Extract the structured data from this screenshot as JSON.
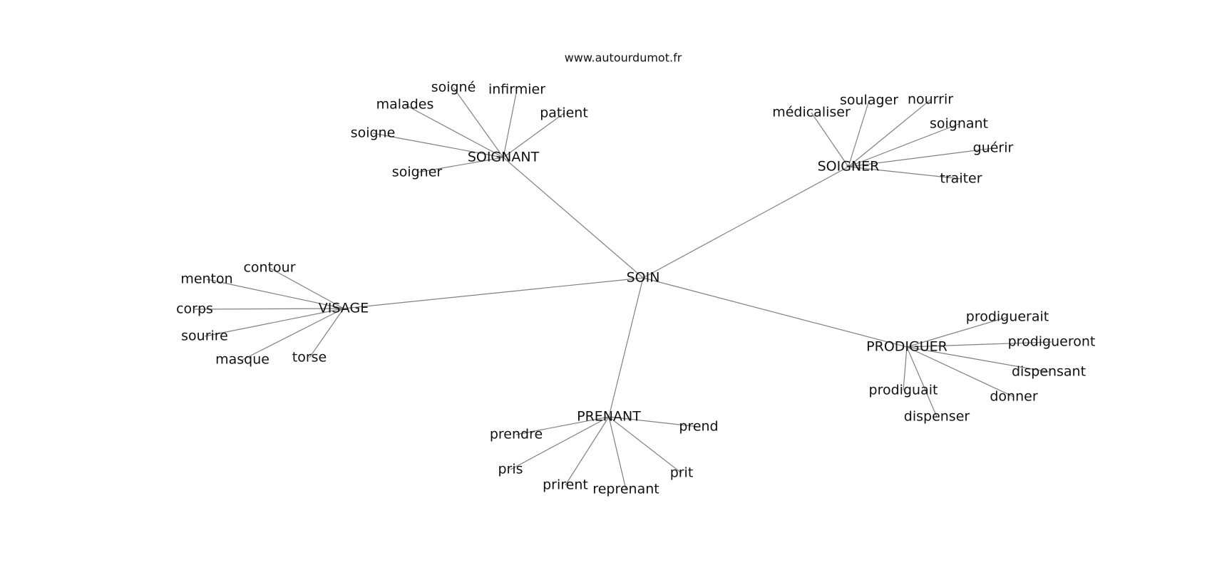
{
  "site": "www.autourdumot.fr",
  "center": "SOIN",
  "clusters": [
    {
      "hub": "SOIGNANT",
      "leaves": [
        "soigné",
        "infirmier",
        "patient",
        "malades",
        "soigne",
        "soigner"
      ]
    },
    {
      "hub": "SOIGNER",
      "leaves": [
        "médicaliser",
        "soulager",
        "nourrir",
        "soignant",
        "guérir",
        "traiter"
      ]
    },
    {
      "hub": "VISAGE",
      "leaves": [
        "contour",
        "menton",
        "corps",
        "sourire",
        "masque",
        "torse"
      ]
    },
    {
      "hub": "PRODIGUER",
      "leaves": [
        "prodiguerait",
        "prodigueront",
        "dispensant",
        "donner",
        "dispenser",
        "prodiguait"
      ]
    },
    {
      "hub": "PRENANT",
      "leaves": [
        "prendre",
        "prend",
        "pris",
        "prirent",
        "reprenant",
        "prit"
      ]
    }
  ]
}
